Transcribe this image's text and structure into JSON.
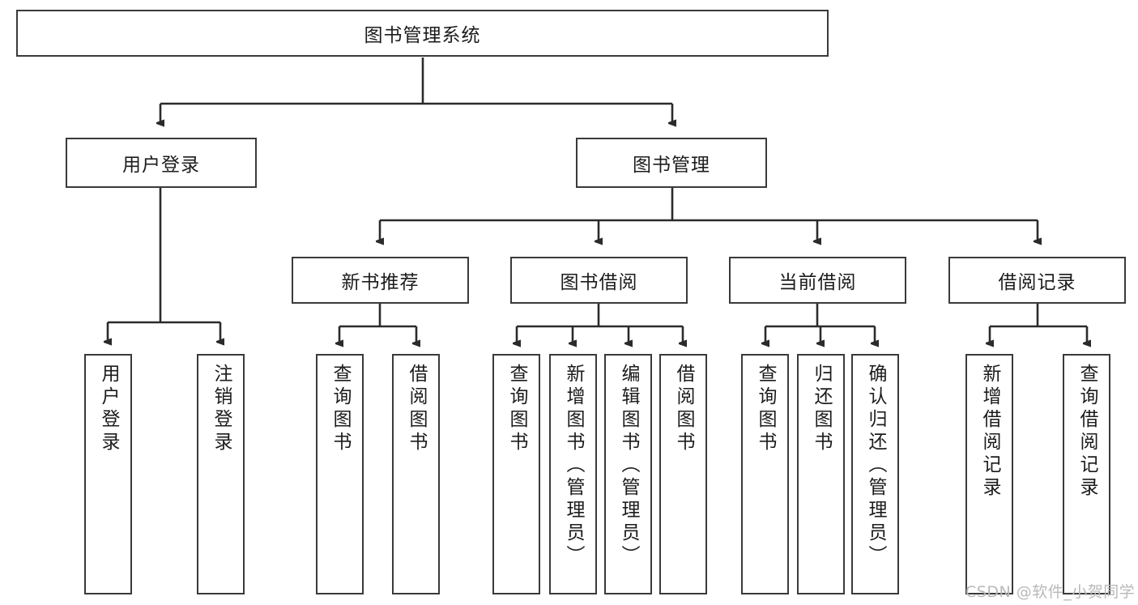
{
  "diagram": {
    "title": "图书管理系统",
    "type": "tree-hierarchy",
    "root": {
      "label": "图书管理系统"
    },
    "level2": [
      {
        "label": "用户登录"
      },
      {
        "label": "图书管理"
      }
    ],
    "level3": [
      {
        "label": "新书推荐"
      },
      {
        "label": "图书借阅"
      },
      {
        "label": "当前借阅"
      },
      {
        "label": "借阅记录"
      }
    ],
    "leaves": {
      "user_login": [
        {
          "label": "用户登录"
        },
        {
          "label": "注销登录"
        }
      ],
      "new_book_recommend": [
        {
          "label": "查询图书"
        },
        {
          "label": "借阅图书"
        }
      ],
      "book_borrow": [
        {
          "label": "查询图书"
        },
        {
          "label": "新增图书（管理员）"
        },
        {
          "label": "编辑图书（管理员）"
        },
        {
          "label": "借阅图书"
        }
      ],
      "current_borrow": [
        {
          "label": "查询图书"
        },
        {
          "label": "归还图书"
        },
        {
          "label": "确认归还（管理员）"
        }
      ],
      "borrow_record": [
        {
          "label": "新增借阅记录"
        },
        {
          "label": "查询借阅记录"
        }
      ]
    }
  },
  "watermark": {
    "text": "CSDN @软件_小贺同学"
  },
  "colors": {
    "stroke": "#3a3a3a",
    "fill": "#ffffff",
    "text": "#1c1c1c",
    "watermark": "#b9b9b9"
  }
}
